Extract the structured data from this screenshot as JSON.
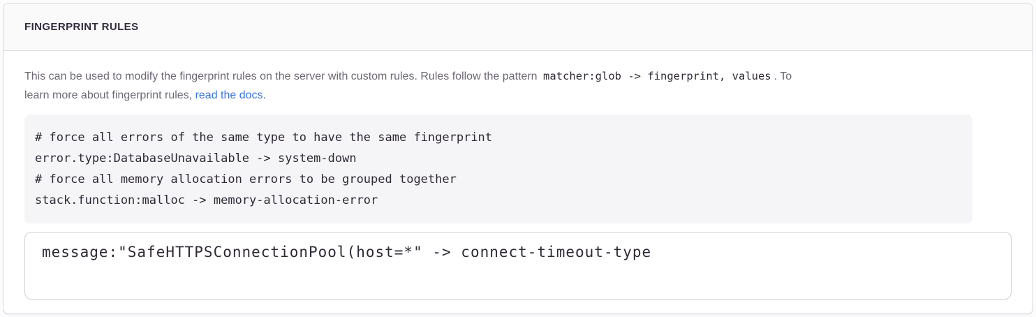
{
  "panel": {
    "title": "FINGERPRINT RULES",
    "description": {
      "text_before_code": "This can be used to modify the fingerprint rules on the server with custom rules. Rules follow the pattern ",
      "inline_code": "matcher:glob -> fingerprint, values",
      "text_after_code": ". To",
      "text_line2": "learn more about fingerprint rules, ",
      "link_label": "read the docs",
      "text_after_link": "."
    },
    "example_code": {
      "lines": [
        "# force all errors of the same type to have the same fingerprint",
        "error.type:DatabaseUnavailable -> system-down",
        "# force all memory allocation errors to be grouped together",
        "stack.function:malloc -> memory-allocation-error"
      ]
    },
    "rules_input": {
      "value": "message:\"SafeHTTPSConnectionPool(host=*\" -> connect-timeout-type"
    }
  },
  "colors": {
    "accent_link": "#3c74dd",
    "heading_text": "#322c3c",
    "body_text": "#6e6876",
    "code_text": "#2f2936",
    "panel_border": "#d9d5e0",
    "header_background": "#fafafb",
    "code_block_background": "#f5f5f7",
    "textarea_border": "#d2cdd9"
  }
}
